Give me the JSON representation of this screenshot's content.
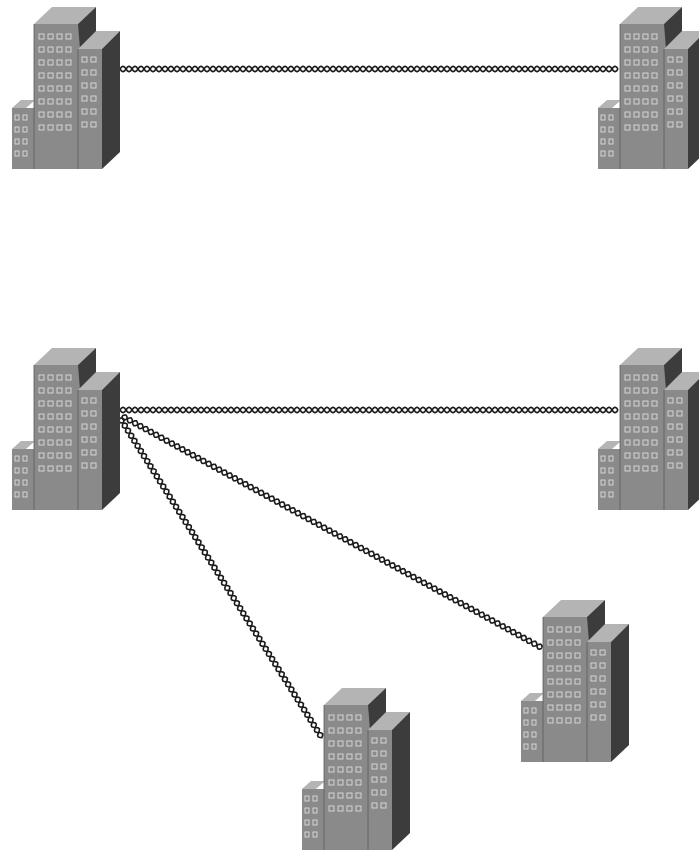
{
  "diagram": {
    "panels": [
      {
        "id": "point-to-point",
        "nodes": [
          "building-a",
          "building-b"
        ],
        "links": [
          {
            "from": "building-a",
            "to": "building-b",
            "type": "twisted-pair-cable"
          }
        ]
      },
      {
        "id": "point-to-multipoint",
        "nodes": [
          "building-hub",
          "building-remote-1",
          "building-remote-2",
          "building-remote-3"
        ],
        "links": [
          {
            "from": "building-hub",
            "to": "building-remote-1",
            "type": "twisted-pair-cable"
          },
          {
            "from": "building-hub",
            "to": "building-remote-2",
            "type": "twisted-pair-cable"
          },
          {
            "from": "building-hub",
            "to": "building-remote-3",
            "type": "twisted-pair-cable"
          }
        ]
      }
    ],
    "icons": {
      "building": "office-building-icon",
      "cable": "twisted-pair-cable-icon"
    },
    "colors": {
      "background": "#ffffff",
      "building_front": "#8a8a8a",
      "building_top": "#b4b4b4",
      "building_side": "#3c3c3c",
      "window": "#dcdcdc",
      "cable": "#1a1a1a"
    }
  }
}
